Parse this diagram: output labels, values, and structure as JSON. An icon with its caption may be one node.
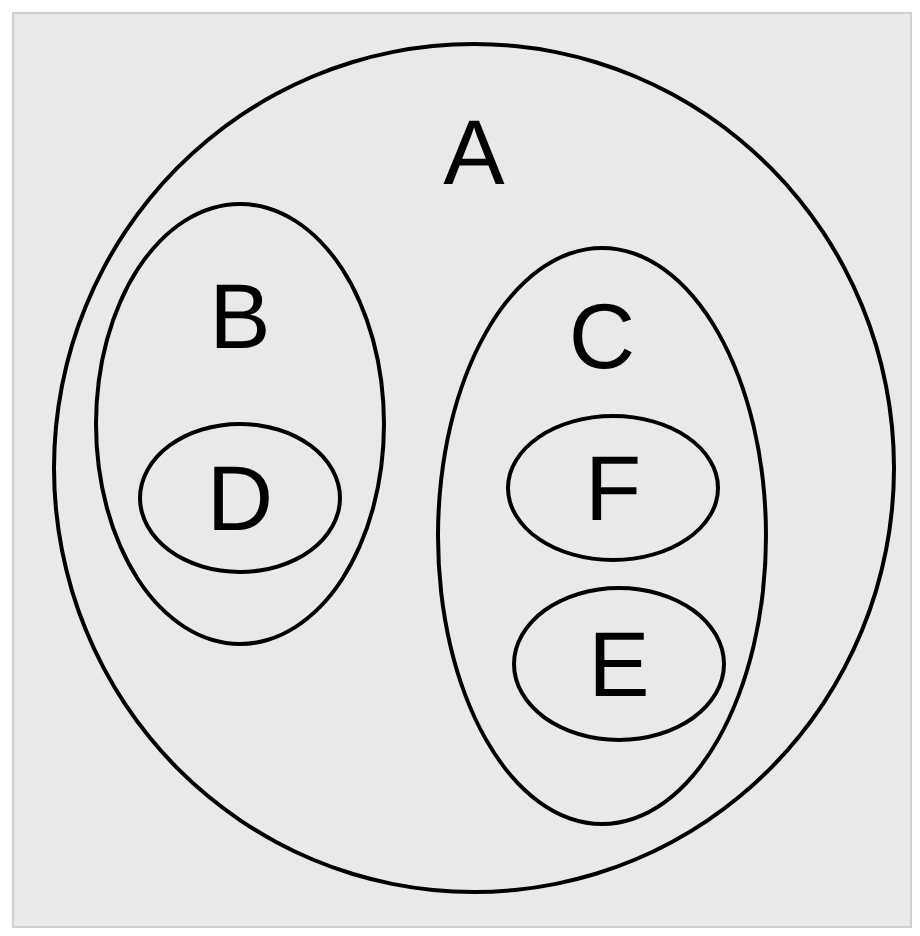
{
  "diagram": {
    "nodes": [
      {
        "text": [
          "A"
        ]
      },
      {
        "text": [
          "B"
        ],
        "in": 0
      },
      {
        "text": [
          "D"
        ],
        "in": 1
      },
      {
        "text": [
          "C"
        ],
        "in": 0
      },
      {
        "text": [
          "F"
        ],
        "in": 3
      },
      {
        "text": [
          "E"
        ],
        "in": 3
      }
    ]
  }
}
